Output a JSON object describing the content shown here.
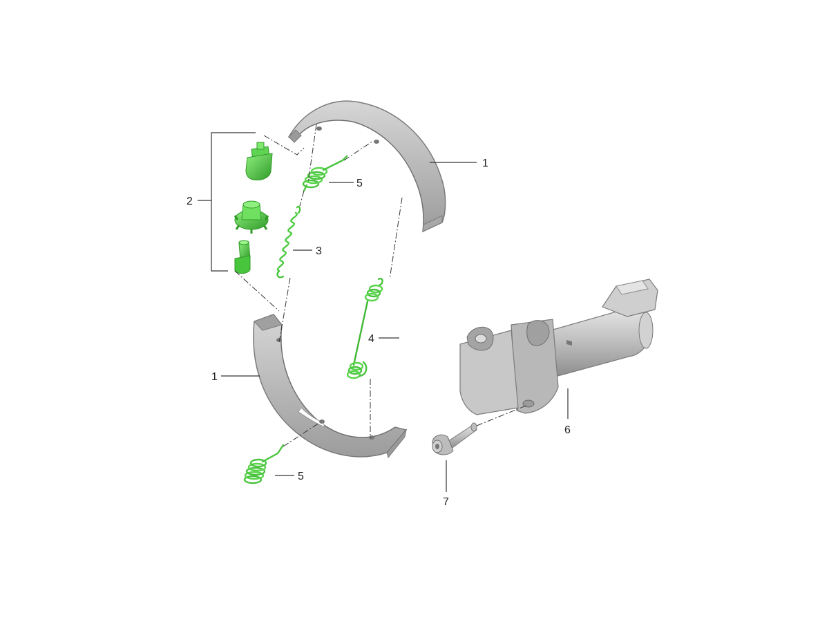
{
  "colors": {
    "part_green": "#57d44a",
    "part_green_dark": "#2f9a28",
    "part_grey": "#c4c4c4",
    "part_grey_dark": "#8a8a8a",
    "line": "#333333",
    "text": "#222222"
  },
  "callouts": {
    "upper_shoe": "1",
    "lower_shoe": "1",
    "adjuster_kit": "2",
    "long_spring": "3",
    "return_spring": "4",
    "upper_hold_spring": "5",
    "lower_hold_spring": "5",
    "actuator_motor": "6",
    "mounting_bolt": "7"
  }
}
